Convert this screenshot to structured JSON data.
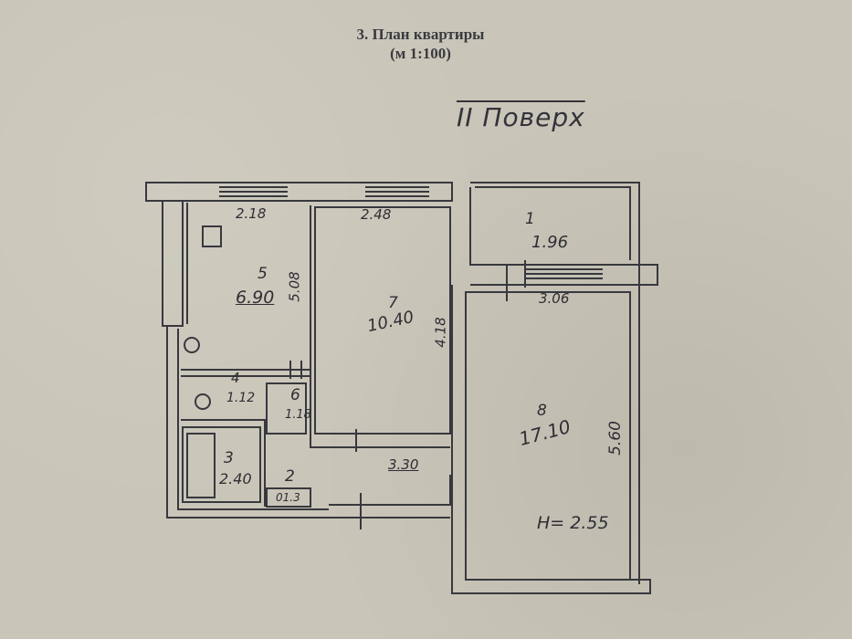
{
  "title": "3. План квартиры",
  "scale": "(м 1:100)",
  "floor_note": "II Поверх",
  "rooms": {
    "r1": {
      "num": "1",
      "area": "1.96"
    },
    "r2": {
      "num": "2",
      "area": "01.3"
    },
    "r3": {
      "num": "3",
      "area": "2.40"
    },
    "r4": {
      "num": "4",
      "area": "1.12"
    },
    "r5": {
      "num": "5",
      "area": "6.90"
    },
    "r6": {
      "num": "6",
      "area": "1.18"
    },
    "r7": {
      "num": "7",
      "area": "10.40"
    },
    "r8": {
      "num": "8",
      "area": "17.10"
    }
  },
  "dims": {
    "d1": "2.18",
    "d2": "2.48",
    "d3": "5.08",
    "d4": "4.18",
    "d5": "3.06",
    "d6": "5.60",
    "d7": "3.30"
  },
  "height": "H= 2.55"
}
